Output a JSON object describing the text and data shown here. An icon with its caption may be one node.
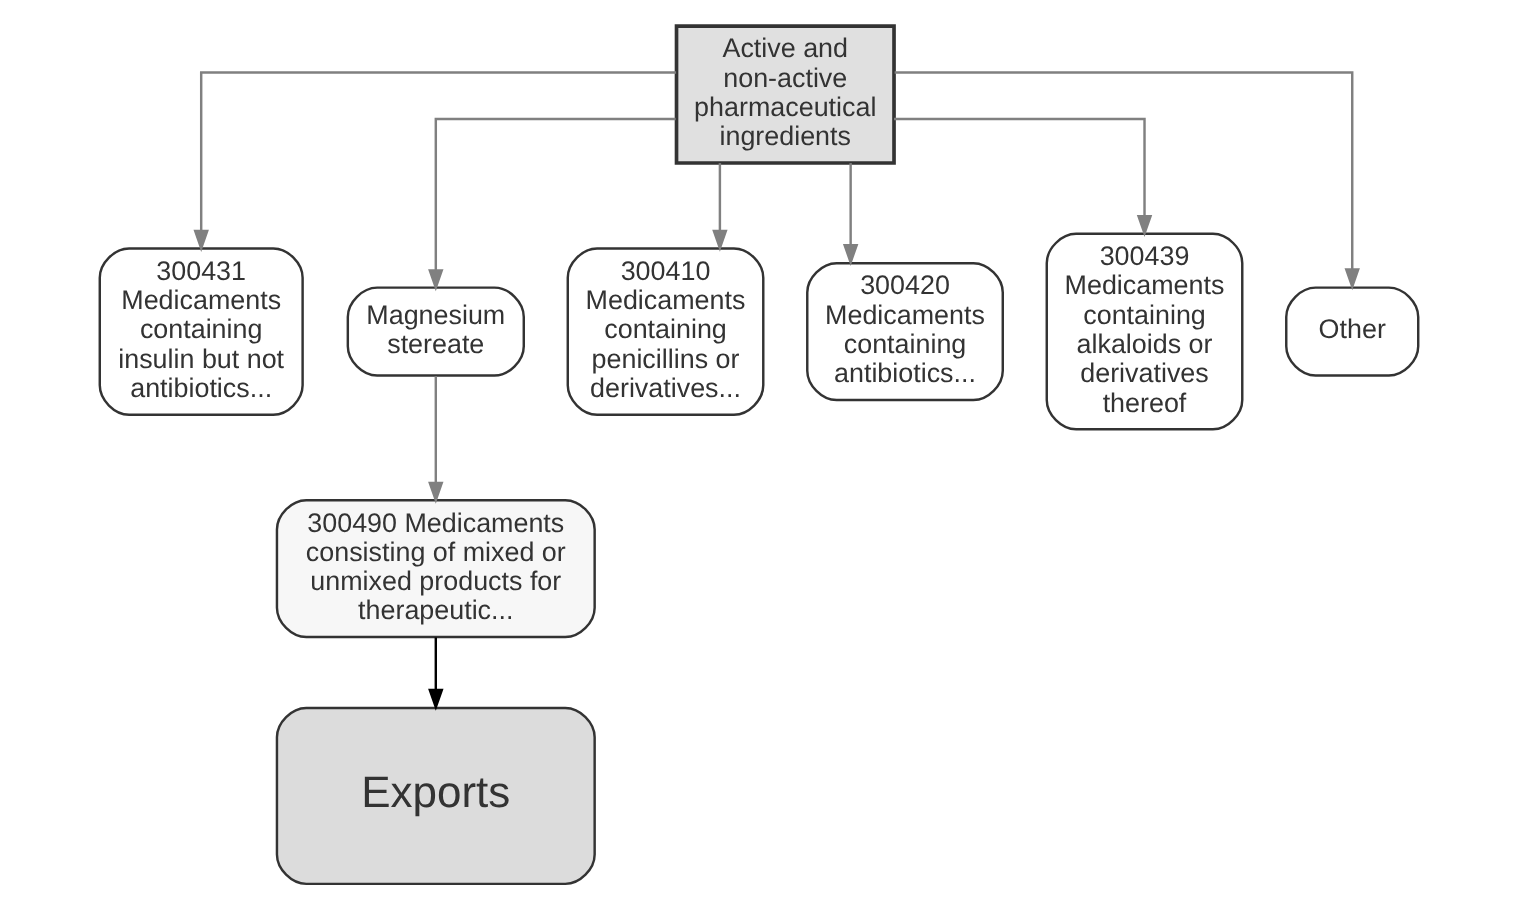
{
  "diagram": {
    "nodes": [
      {
        "text": [
          "Active and non-active pharmaceutical ingredients"
        ]
      },
      {
        "text": [
          "300431 Medicaments containing insulin but not antibiotics..."
        ]
      },
      {
        "text": [
          "Magnesium stereate"
        ]
      },
      {
        "text": [
          "300410 Medicaments containing penicillins or derivatives..."
        ]
      },
      {
        "text": [
          "300420 Medicaments containing antibiotics..."
        ]
      },
      {
        "text": [
          "300439 Medicaments containing alkaloids or derivatives thereof"
        ]
      },
      {
        "text": [
          "Other"
        ]
      },
      {
        "text": [
          "300490 Medicaments consisting of mixed or unmixed products for therapeutic..."
        ]
      },
      {
        "text": [
          "Exports"
        ]
      }
    ],
    "edges": [
      {
        "from": 0,
        "to": 1,
        "arrow": "to"
      },
      {
        "from": 0,
        "to": 2,
        "arrow": "to"
      },
      {
        "from": 0,
        "to": 3,
        "arrow": "to"
      },
      {
        "from": 0,
        "to": 4,
        "arrow": "to"
      },
      {
        "from": 0,
        "to": 5,
        "arrow": "to"
      },
      {
        "from": 0,
        "to": 6,
        "arrow": "to"
      },
      {
        "from": 2,
        "to": 7,
        "arrow": "to"
      },
      {
        "from": 7,
        "to": 8,
        "arrow": "to",
        "color": "#000000"
      }
    ]
  }
}
